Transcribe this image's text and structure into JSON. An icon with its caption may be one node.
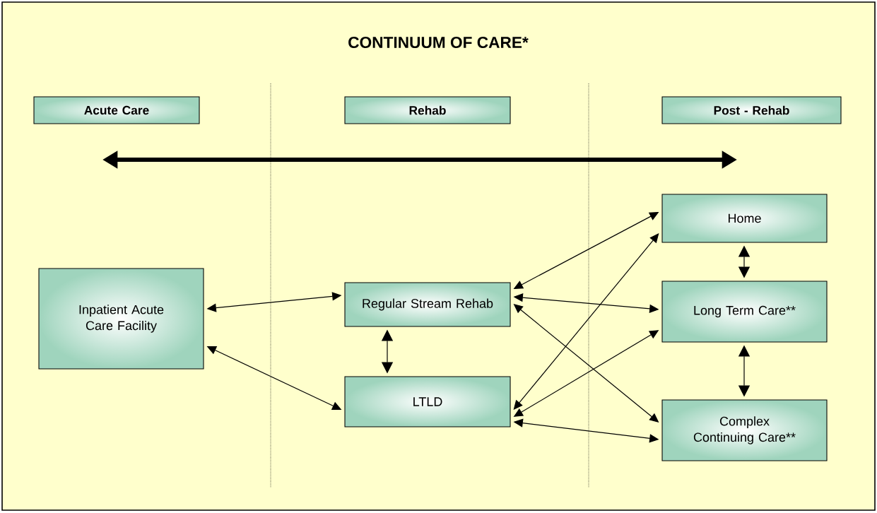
{
  "diagram": {
    "title": "CONTINUUM OF CARE*",
    "nodes": [
      {
        "text": [
          "Acute Care"
        ]
      },
      {
        "text": [
          "Rehab"
        ]
      },
      {
        "text": [
          "Post - Rehab"
        ]
      },
      {
        "text": [
          "Inpatient Acute Care Facility"
        ]
      },
      {
        "text": [
          "Regular Stream Rehab"
        ]
      },
      {
        "text": [
          "LTLD"
        ]
      },
      {
        "text": [
          "Home"
        ]
      },
      {
        "text": [
          "Long Term Care**"
        ]
      },
      {
        "text": [
          "Complex Continuing Care**"
        ]
      }
    ],
    "edges": [
      {
        "from": 3,
        "to": 4,
        "arrow": "both"
      },
      {
        "from": 3,
        "to": 5,
        "arrow": "both"
      },
      {
        "from": 4,
        "to": 5,
        "arrow": "both"
      },
      {
        "from": 4,
        "to": 6,
        "arrow": "both"
      },
      {
        "from": 4,
        "to": 7,
        "arrow": "both"
      },
      {
        "from": 4,
        "to": 8,
        "arrow": "both"
      },
      {
        "from": 5,
        "to": 6,
        "arrow": "both"
      },
      {
        "from": 5,
        "to": 7,
        "arrow": "both"
      },
      {
        "from": 5,
        "to": 8,
        "arrow": "both"
      },
      {
        "from": 6,
        "to": 7,
        "arrow": "both"
      },
      {
        "from": 7,
        "to": 8,
        "arrow": "both"
      }
    ]
  }
}
